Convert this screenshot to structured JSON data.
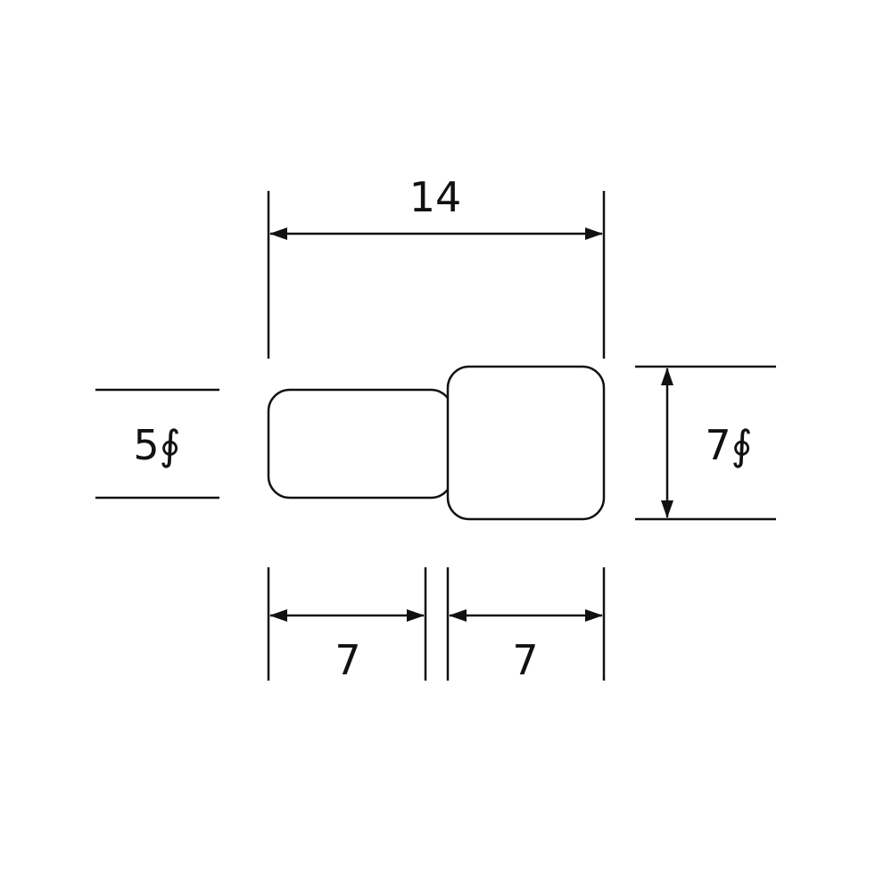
{
  "dimensions": {
    "overall_length": "14",
    "small_diameter": "5∮",
    "large_diameter": "7∮",
    "small_length": "7",
    "large_length": "7"
  },
  "colors": {
    "line": "#111111",
    "background": "#ffffff"
  }
}
